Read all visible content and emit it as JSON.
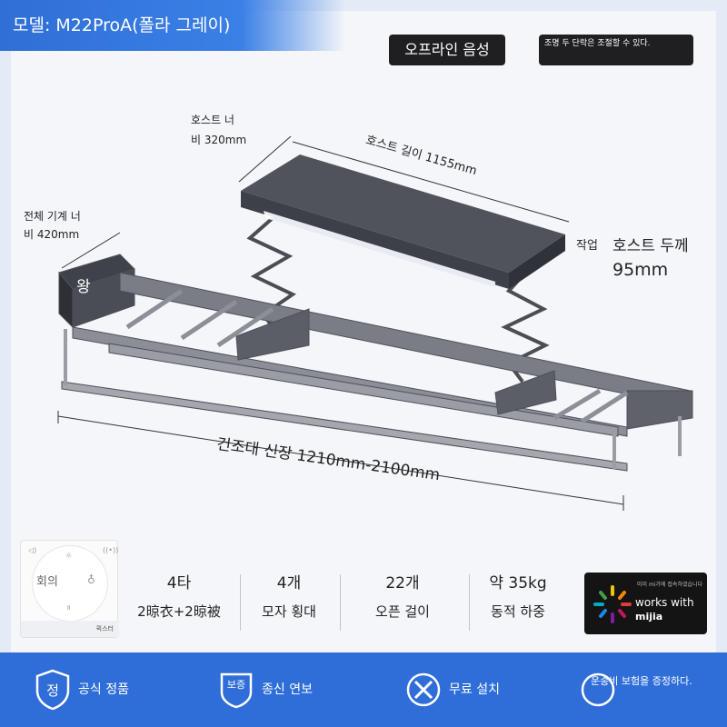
{
  "header": {
    "model_label": "모델: M22ProA(폴라 그레이)",
    "offline_voice": "오프라인 음성",
    "lighting_note": "조명 두 단락은 조절할 수 있다."
  },
  "dimensions": {
    "host_width_label_line1": "호스트 너",
    "host_width_label_line2": "비 320mm",
    "host_length": "호스트 길이 1155mm",
    "whole_width_line1": "전체 기계 너",
    "whole_width_line2": "비 420mm",
    "work_label": "작업",
    "host_thickness_label": "호스트 두께",
    "host_thickness_value": "95mm",
    "side_mark": "왕",
    "rack_extension": "건조대 신장 1210mm-2100mm"
  },
  "remote": {
    "center_text": "회의",
    "footer_text": "퀵스터"
  },
  "stats": [
    {
      "value": "4타",
      "desc": "2晾衣+2晾被"
    },
    {
      "value": "4개",
      "desc": "모자 횡대"
    },
    {
      "value": "22개",
      "desc": "오픈 걸이"
    },
    {
      "value": "약 35kg",
      "desc": "동적 하중"
    }
  ],
  "mijia": {
    "top_text": "미미 mi가에 접속하였습니다",
    "works_with": "works with",
    "brand": "mijia"
  },
  "benefits": [
    {
      "badge": "정",
      "label": "공식 정품"
    },
    {
      "badge": "보증",
      "label": "종신 연보"
    },
    {
      "badge": "",
      "label": "무료 설치"
    },
    {
      "badge": "",
      "label": "운송비 보험을 증정하다."
    }
  ],
  "colors": {
    "brand_blue": "#2f6ed8",
    "dark_pill": "#1f1f22",
    "metal": "#6d7079"
  }
}
